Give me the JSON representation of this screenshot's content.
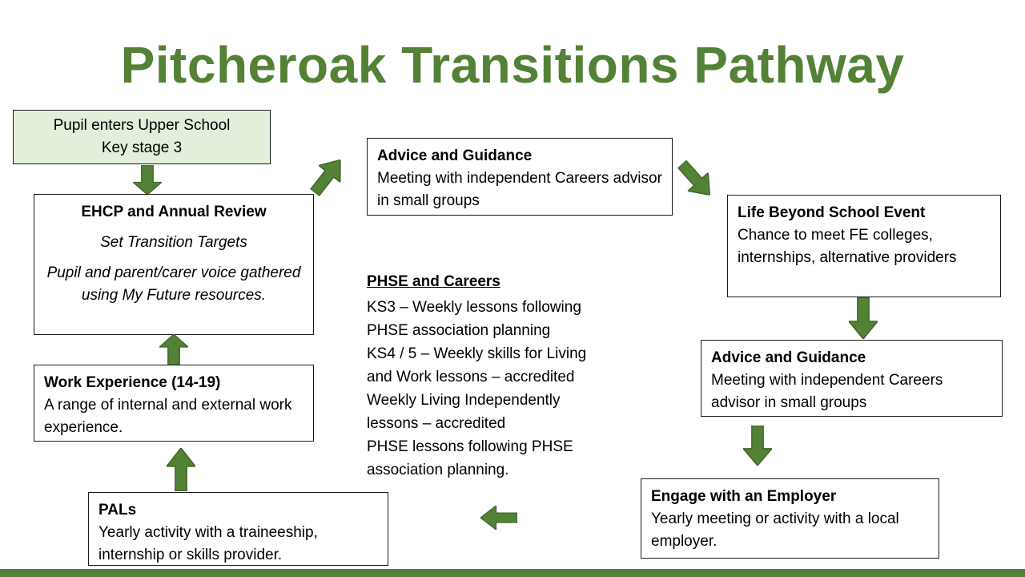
{
  "title": "Pitcheroak Transitions Pathway",
  "boxes": {
    "pupil_enters": {
      "line1": "Pupil enters Upper School",
      "line2": "Key stage 3"
    },
    "ehcp": {
      "title": "EHCP and Annual Review",
      "sub1": "Set Transition Targets",
      "sub2": "Pupil and parent/carer voice gathered using My Future resources."
    },
    "work_experience": {
      "title": "Work Experience (14-19)",
      "body": "A range of internal and external work experience."
    },
    "pals": {
      "title": "PALs",
      "body": "Yearly activity with a traineeship, internship or skills provider."
    },
    "advice_top": {
      "title": "Advice and Guidance",
      "body": "Meeting with independent Careers advisor in small groups"
    },
    "life_beyond": {
      "title": "Life Beyond School Event",
      "body": "Chance to meet FE colleges, internships, alternative providers"
    },
    "advice_right": {
      "title": "Advice and Guidance",
      "body": "Meeting with independent Careers advisor in small groups"
    },
    "engage_employer": {
      "title": "Engage with an Employer",
      "body": "Yearly meeting or activity with a local employer."
    }
  },
  "phse": {
    "heading": "PHSE and Careers",
    "lines": [
      "KS3 – Weekly lessons following",
      "PHSE association planning",
      "KS4 / 5 – Weekly skills for Living",
      "and Work lessons – accredited",
      "Weekly Living Independently",
      "lessons – accredited",
      "PHSE lessons following PHSE",
      "association planning."
    ]
  },
  "colors": {
    "title_green": "#538135",
    "arrow_green": "#538135",
    "light_green_fill": "#e2efda"
  }
}
